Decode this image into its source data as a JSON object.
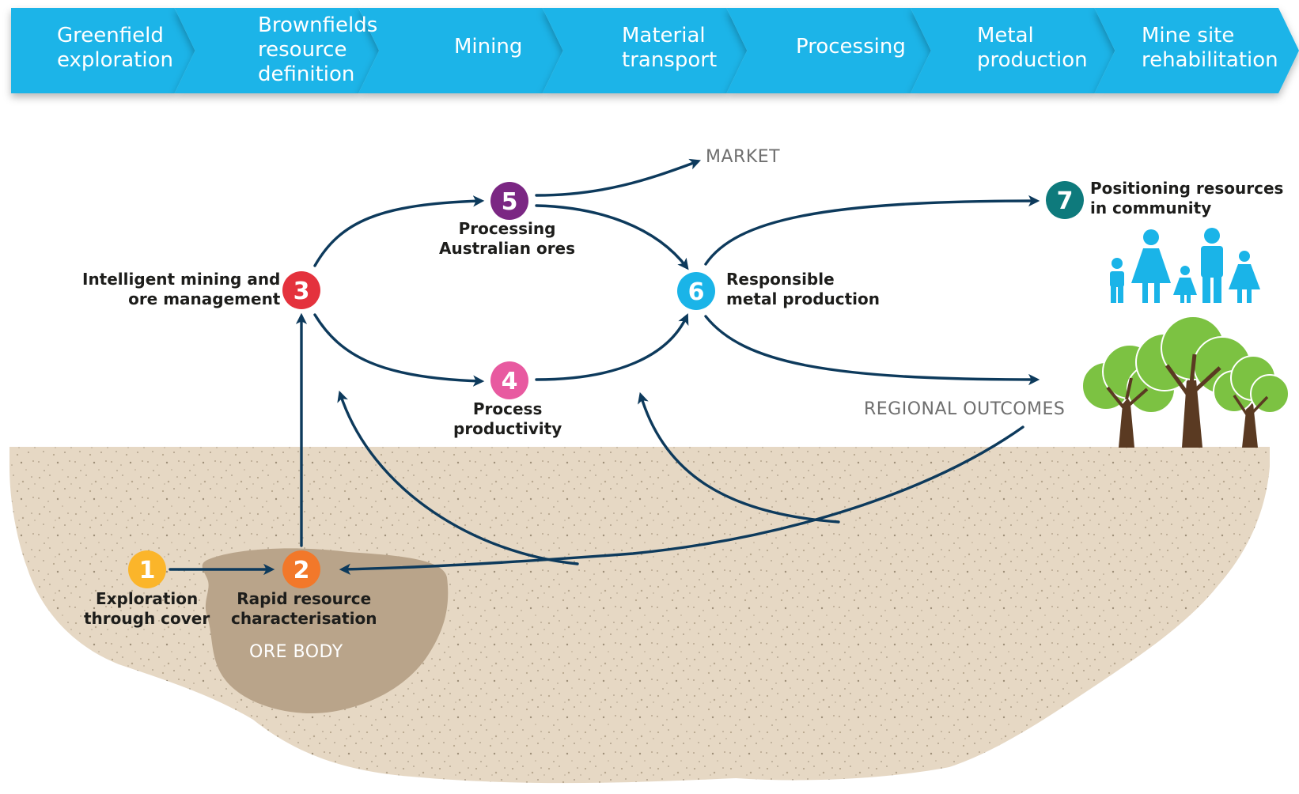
{
  "colors": {
    "banner": "#1ab4e8",
    "banner_text": "#ffffff",
    "arrow": "#0d3a5c",
    "ground": "#e6d8c4",
    "ore_body": "#b9a48a",
    "node1": "#fbb52a",
    "node2": "#f2782a",
    "node3": "#e4323d",
    "node4": "#e85aa0",
    "node5": "#7b2783",
    "node6": "#1ab4e8",
    "node7": "#0e7a7c",
    "people": "#1ab4e8",
    "tree_leaves": "#7cc242",
    "tree_trunk": "#5a3a22"
  },
  "value_chain": [
    {
      "label": "Greenfield\nexploration"
    },
    {
      "label": "Brownfields\nresource\ndefinition"
    },
    {
      "label": "Mining"
    },
    {
      "label": "Material\ntransport"
    },
    {
      "label": "Processing"
    },
    {
      "label": "Metal\nproduction"
    },
    {
      "label": "Mine site\nrehabilitation"
    }
  ],
  "nodes": [
    {
      "number": "1",
      "label": "Exploration\nthrough cover"
    },
    {
      "number": "2",
      "label": "Rapid resource\ncharacterisation"
    },
    {
      "number": "3",
      "label": "Intelligent mining and\nore management"
    },
    {
      "number": "4",
      "label": "Process\nproductivity"
    },
    {
      "number": "5",
      "label": "Processing\nAustralian ores"
    },
    {
      "number": "6",
      "label": "Responsible\nmetal production"
    },
    {
      "number": "7",
      "label": "Positioning resources\nin community"
    }
  ],
  "labels": {
    "market": "MARKET",
    "regional_outcomes": "REGIONAL OUTCOMES",
    "ore_body": "ORE BODY"
  },
  "icons": {
    "people": "people-icon",
    "trees": "tree-icon"
  }
}
